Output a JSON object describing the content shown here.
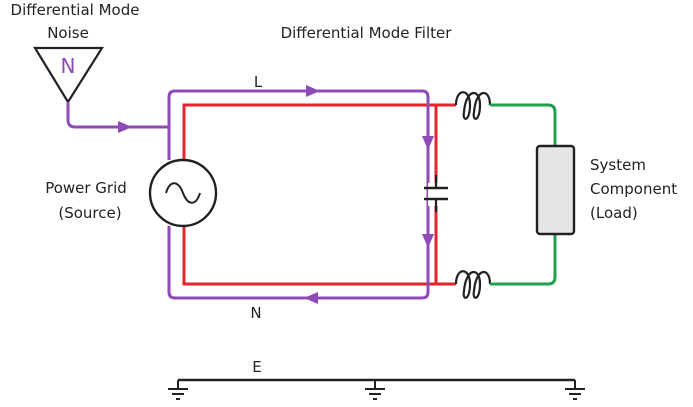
{
  "labels": {
    "noise_title_line1": "Differential Mode",
    "noise_title_line2": "Noise",
    "noise_symbol": "N",
    "filter_title": "Differential Mode Filter",
    "line_L": "L",
    "line_N": "N",
    "source_line1": "Power Grid",
    "source_line2": "(Source)",
    "load_line1": "System",
    "load_line2": "Component",
    "load_line3": "(Load)",
    "earth": "E"
  },
  "colors": {
    "wire_red": "#e3262b",
    "wire_green": "#1fa04a",
    "noise_purple": "#8e4bb5",
    "outline": "#222222",
    "load_fill": "#e6e6e6"
  }
}
